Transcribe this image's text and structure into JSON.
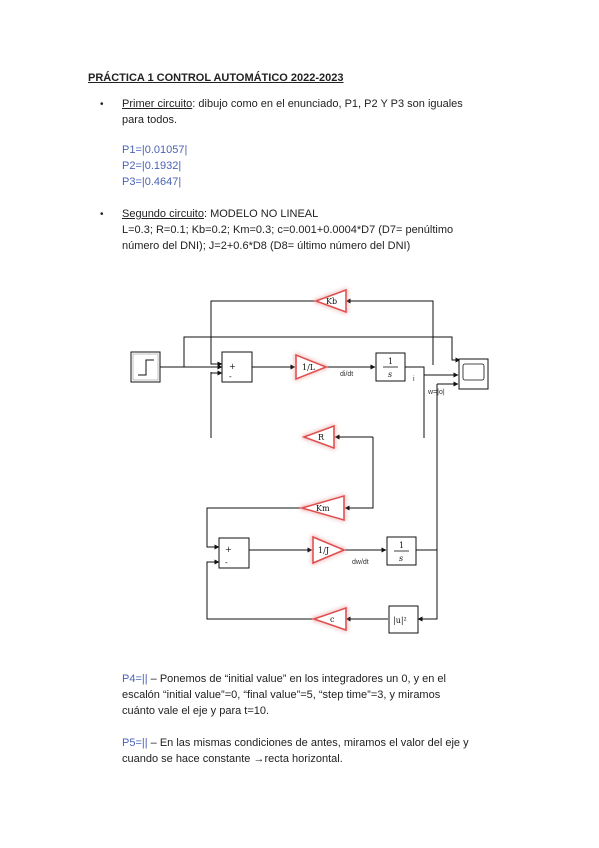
{
  "title": "PRÁCTICA 1 CONTROL AUTOMÁTICO 2022-2023",
  "bullet_symbol": "•",
  "first": {
    "label": "Primer circuito",
    "text1": ": dibujo como en el enunciado, P1, P2 Y P3 son iguales",
    "text2": "para todos.",
    "answers": [
      "P1=|0.01057|",
      "P2=|0.1932|",
      "P3=|0.4647|"
    ]
  },
  "second": {
    "label": "Segundo circuito",
    "text1": ": MODELO NO LINEAL",
    "text2": "L=0.3; R=0.1; Kb=0.2; Km=0.3; c=0.001+0.0004*D7 (D7= penúltimo",
    "text3": "número del DNI); J=2+0.6*D8 (D8= último número del DNI)"
  },
  "diagram": {
    "gains": {
      "kb": "Kb",
      "inv_l": "1/L",
      "r": "R",
      "km": "Km",
      "inv_j": "1/J",
      "c": "c"
    },
    "integrator": {
      "num": "1",
      "den": "s"
    },
    "abs_sq": "|u|²",
    "sum_signs": {
      "top": "+",
      "bottom": "-"
    },
    "signal_labels": {
      "di_dt": "di/dt",
      "i": "i",
      "w": "w=|o|",
      "dw_dt": "dw/dt"
    },
    "highlight_color": "#e05050"
  },
  "p4": {
    "label": "P4=||",
    "text1": "– Ponemos de “initial value” en los integradores un 0, y en el",
    "text2": "escalón “initial value”=0, “final value”=5, “step time”=3, y miramos",
    "text3": "cuánto vale el eje y para t=10."
  },
  "p5": {
    "label": "P5=||",
    "text1": "– En las mismas condiciones de antes, miramos el valor del eje y",
    "text2": "cuando se hace constante →recta horizontal."
  }
}
